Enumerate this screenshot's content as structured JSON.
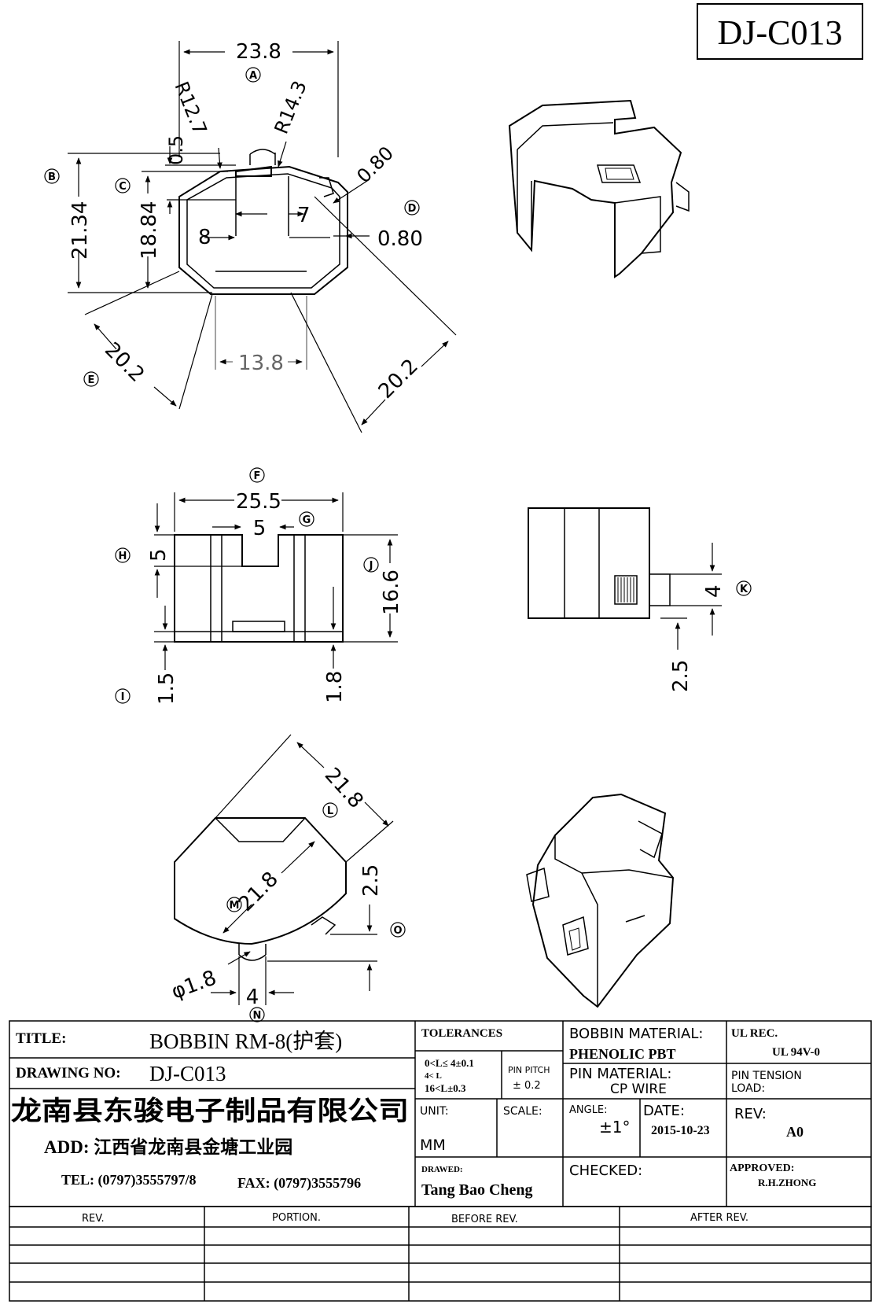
{
  "drawing_number_box": "DJ-C013",
  "dimensions": {
    "A": "23.8",
    "r127": "R12.7",
    "r143": "R14.3",
    "c05": "0.5",
    "B": "21.34",
    "C": "18.84",
    "d080a": "0.80",
    "d080b": "0.80",
    "w7": "7",
    "w8": "8",
    "w138": "13.8",
    "e202a": "20.2",
    "e202b": "20.2",
    "F": "25.5",
    "G": "5",
    "H": "5",
    "J": "16.6",
    "I": "1.5",
    "i18": "1.8",
    "K": "4",
    "k25": "2.5",
    "L": "21.8",
    "M": "21.8",
    "O": "2.5",
    "phi": "φ1.8",
    "N": "4"
  },
  "circle_labels": [
    "A",
    "B",
    "C",
    "D",
    "E",
    "F",
    "G",
    "H",
    "J",
    "I",
    "K",
    "L",
    "M",
    "O",
    "N"
  ],
  "title_block": {
    "title_label": "TITLE:",
    "title_value": "BOBBIN RM-8(护套)",
    "drawing_no_label": "DRAWING NO:",
    "drawing_no_value": "DJ-C013",
    "company": "龙南县东骏电子制品有限公司",
    "address": "ADD: 江西省龙南县金塘工业园",
    "tel": "TEL: (0797)3555797/8",
    "fax": "FAX: (0797)3555796",
    "tolerances_label": "TOLERANCES",
    "tol_line1": "0<L≤ 4±0.1",
    "tol_line2": "4< L",
    "tol_line3": "16<L±0.3",
    "pin_pitch_label": "PIN PITCH",
    "pin_pitch_value": "± 0.2",
    "unit_label": "UNIT:",
    "unit_value": "MM",
    "scale_label": "SCALE:",
    "drawn_label": "DRAWED:",
    "drawn_value": "Tang Bao Cheng",
    "bobbin_material_label": "BOBBIN MATERIAL:",
    "bobbin_material_value": "PHENOLIC    PBT",
    "pin_material_label": "PIN MATERIAL:",
    "pin_material_value": "CP WIRE",
    "angle_label": "ANGLE:",
    "angle_value": "±1°",
    "date_label": "DATE:",
    "date_value": "2015-10-23",
    "checked_label": "CHECKED:",
    "ul_label": "UL REC.",
    "ul_value": "UL  94V-0",
    "pin_tension_label": "PIN  TENSION",
    "load_label": "LOAD:",
    "rev_label": "REV:",
    "rev_value": "A0",
    "approved_label": "APPROVED:",
    "approved_value": "R.H.ZHONG"
  },
  "revision_table": {
    "headers": [
      "REV.",
      "PORTION.",
      "BEFORE REV.",
      "AFTER REV."
    ]
  }
}
